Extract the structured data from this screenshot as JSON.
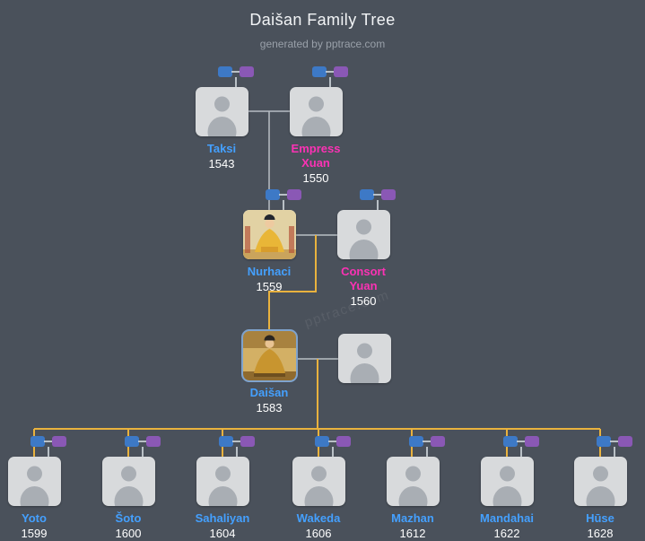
{
  "header": {
    "title": "Daišan Family Tree",
    "subtitle": "generated by pptrace.com"
  },
  "watermark": "pptrace.com",
  "colors": {
    "bg": "#4a515b",
    "card": "#d8dadc",
    "male": "#44a0ff",
    "female": "#fb32b4",
    "year_text": "#ffffff",
    "subtitle": "#99a0a9",
    "line_gray": "#ccd2d8",
    "line_gold": "#e9b23e",
    "badge_blue": "#3d79c6",
    "badge_purple": "#8a58b5"
  },
  "people": {
    "taksi": {
      "name": "Taksi",
      "year": "1543"
    },
    "empress_xuan": {
      "name": "Empress Xuan",
      "year": "1550"
    },
    "nurhaci": {
      "name": "Nurhaci",
      "year": "1559"
    },
    "consort_yuan": {
      "name": "Consort Yuan",
      "year": "1560"
    },
    "daisan": {
      "name": "Daišan",
      "year": "1583"
    },
    "children": [
      {
        "name": "Yoto",
        "year": "1599"
      },
      {
        "name": "Šoto",
        "year": "1600"
      },
      {
        "name": "Sahaliyan",
        "year": "1604"
      },
      {
        "name": "Wakeda",
        "year": "1606"
      },
      {
        "name": "Mazhan",
        "year": "1612"
      },
      {
        "name": "Mandahai",
        "year": "1622"
      },
      {
        "name": "Hūse",
        "year": "1628"
      }
    ]
  }
}
